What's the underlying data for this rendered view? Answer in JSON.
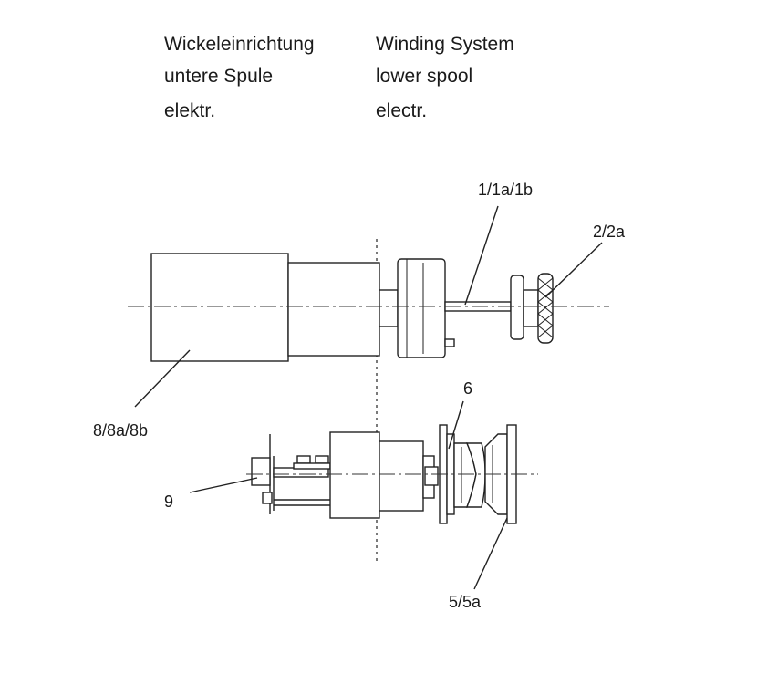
{
  "title_de": {
    "line1": "Wickeleinrichtung",
    "line2": "untere Spule",
    "line3": "elektr."
  },
  "title_en": {
    "line1": "Winding System",
    "line2": "lower spool",
    "line3": "electr."
  },
  "labels": {
    "l1": "1/1a/1b",
    "l2": "2/2a",
    "l6": "6",
    "l8": "8/8a/8b",
    "l9": "9",
    "l5": "5/5a"
  }
}
